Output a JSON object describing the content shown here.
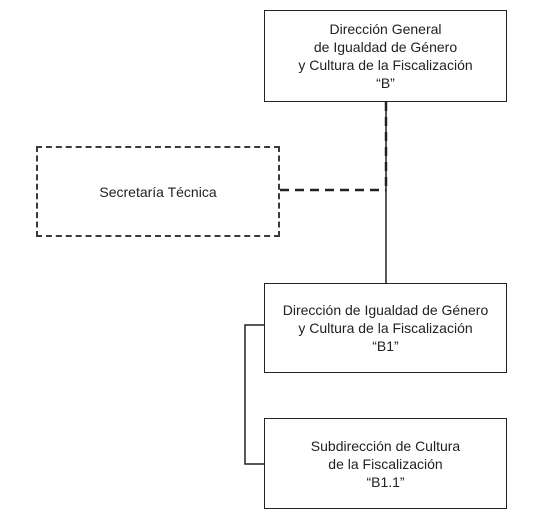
{
  "org_chart": {
    "direccion_general": {
      "lines": [
        "Dirección General",
        "de Igualdad de Género",
        "y Cultura de la Fiscalización",
        "“B”"
      ]
    },
    "secretaria_tecnica": {
      "lines": [
        "Secretaría Técnica"
      ]
    },
    "direccion": {
      "lines": [
        "Dirección de Igualdad de Género",
        "y Cultura de la Fiscalización",
        "“B1”"
      ]
    },
    "subdireccion": {
      "lines": [
        "Subdirección de Cultura",
        "de la Fiscalización",
        "“B1.1”"
      ]
    }
  },
  "colors": {
    "line": "#222222",
    "dashed": "#3a3a3a",
    "background": "#ffffff"
  }
}
